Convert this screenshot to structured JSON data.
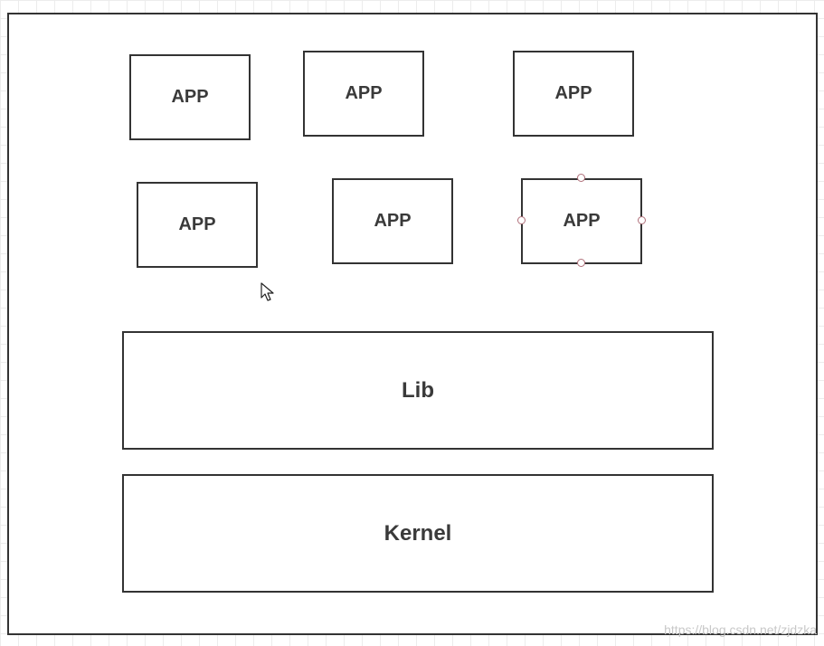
{
  "diagram": {
    "apps": [
      {
        "label": "APP"
      },
      {
        "label": "APP"
      },
      {
        "label": "APP"
      },
      {
        "label": "APP"
      },
      {
        "label": "APP"
      },
      {
        "label": "APP"
      }
    ],
    "lib": {
      "label": "Lib"
    },
    "kernel": {
      "label": "Kernel"
    },
    "selected_app_index": 5
  },
  "watermark": {
    "text": "https://blog.csdn.net/zjdzka"
  },
  "colors": {
    "border": "#333333",
    "text": "#3a3a3a",
    "selection_handle": "#b0707a",
    "grid": "#ececec",
    "watermark": "#c8c8c8"
  },
  "icons": {
    "cursor": "mouse-pointer-icon"
  }
}
